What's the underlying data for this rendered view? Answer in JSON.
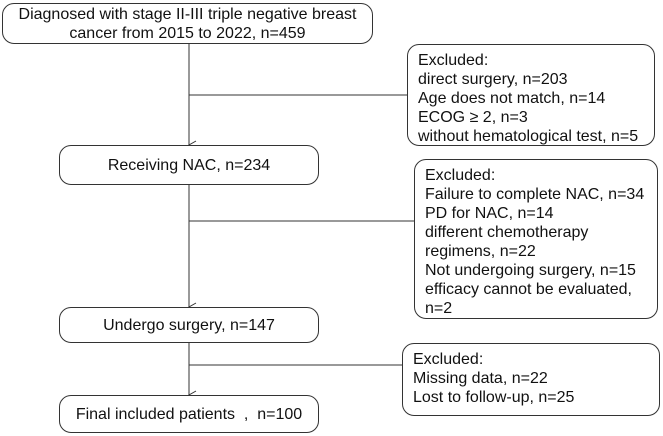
{
  "flowchart": {
    "main_steps": [
      {
        "lines": [
          "Diagnosed with stage II-III triple negative breast",
          "cancer from 2015 to 2022, n=459"
        ]
      },
      {
        "lines": [
          "Receiving NAC, n=234"
        ]
      },
      {
        "lines": [
          "Undergo surgery, n=147"
        ]
      },
      {
        "lines": [
          "Final included patients  ,  n=100"
        ]
      }
    ],
    "exclusions": [
      {
        "title": "Excluded:",
        "items": [
          "direct surgery, n=203",
          "Age does not match, n=14",
          "ECOG ≥ 2, n=3",
          "without hematological test, n=5"
        ]
      },
      {
        "title": "Excluded:",
        "items": [
          "Failure to complete NAC, n=34",
          "PD for NAC, n=14",
          "different chemotherapy",
          "regimens, n=22",
          "Not undergoing surgery, n=15",
          "efficacy cannot be evaluated,",
          "n=2"
        ]
      },
      {
        "title": "Excluded:",
        "items": [
          "Missing data, n=22",
          "Lost to follow-up, n=25"
        ]
      }
    ]
  }
}
